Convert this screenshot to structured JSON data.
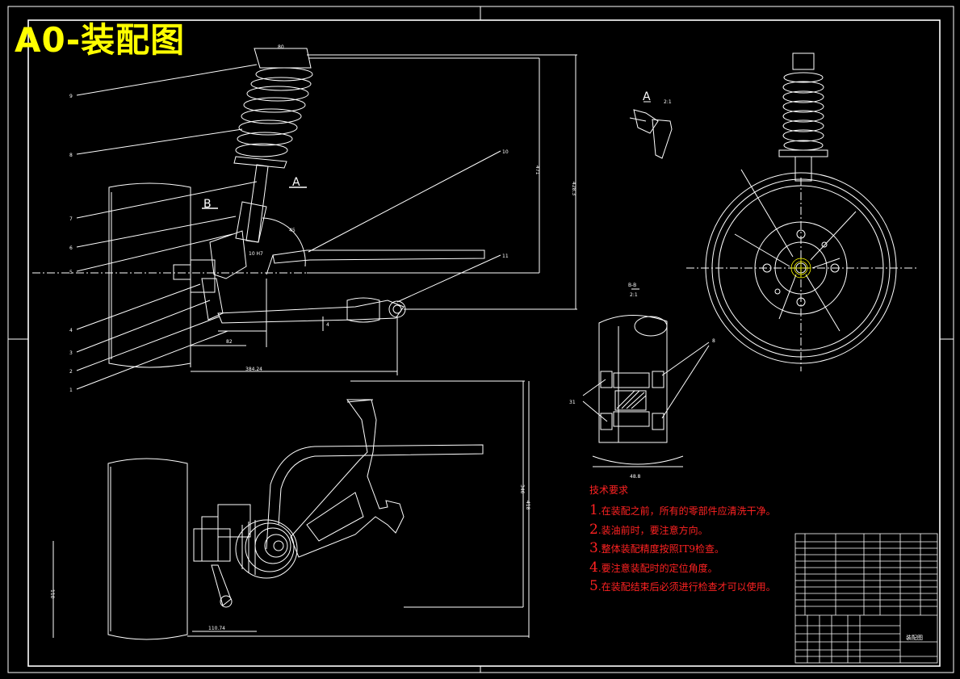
{
  "sheet": {
    "title": "A0-装配图"
  },
  "view_labels": {
    "section_a": "A",
    "section_a_scale": "2:1",
    "section_b_mark": "B",
    "section_a_mark": "A",
    "section_bb": "B-B",
    "section_bb_scale": "2:1"
  },
  "leaders": [
    "9",
    "8",
    "7",
    "6",
    "5",
    "4",
    "3",
    "2",
    "1",
    "10",
    "11"
  ],
  "leader_right": {
    "bolt_ref_left": "31",
    "bolt_ref_right": "8"
  },
  "dimensions": {
    "top_span": "471",
    "right_span": "428.3",
    "arm_width": "82",
    "track": "384.24",
    "angle_small": "4",
    "low_height": "418",
    "low_height_inner": "346",
    "low_left_vertical": "110",
    "low_bottom": "110.74",
    "bolt_width": "48.8",
    "spring_top": "80",
    "rod_dim": "10 H7",
    "wheel_angle": "45"
  },
  "technical_notes": {
    "heading": "技术要求",
    "items": [
      {
        "num": "1",
        "text": ".在装配之前，所有的零部件应清洗干净。"
      },
      {
        "num": "2",
        "text": ".装油前时，要注意方向。"
      },
      {
        "num": "3",
        "text": ".整体装配精度按照IT9检查。"
      },
      {
        "num": "4",
        "text": ".要注意装配时的定位角度。"
      },
      {
        "num": "5",
        "text": ".在装配结束后必须进行检查才可以使用。"
      }
    ]
  },
  "title_block": {
    "drawing_name": "装配图"
  },
  "colors": {
    "background": "#000000",
    "lines": "#ffffff",
    "title": "#ffff00",
    "notes": "#ff2222",
    "centerline_highlight": "#ffff00"
  }
}
